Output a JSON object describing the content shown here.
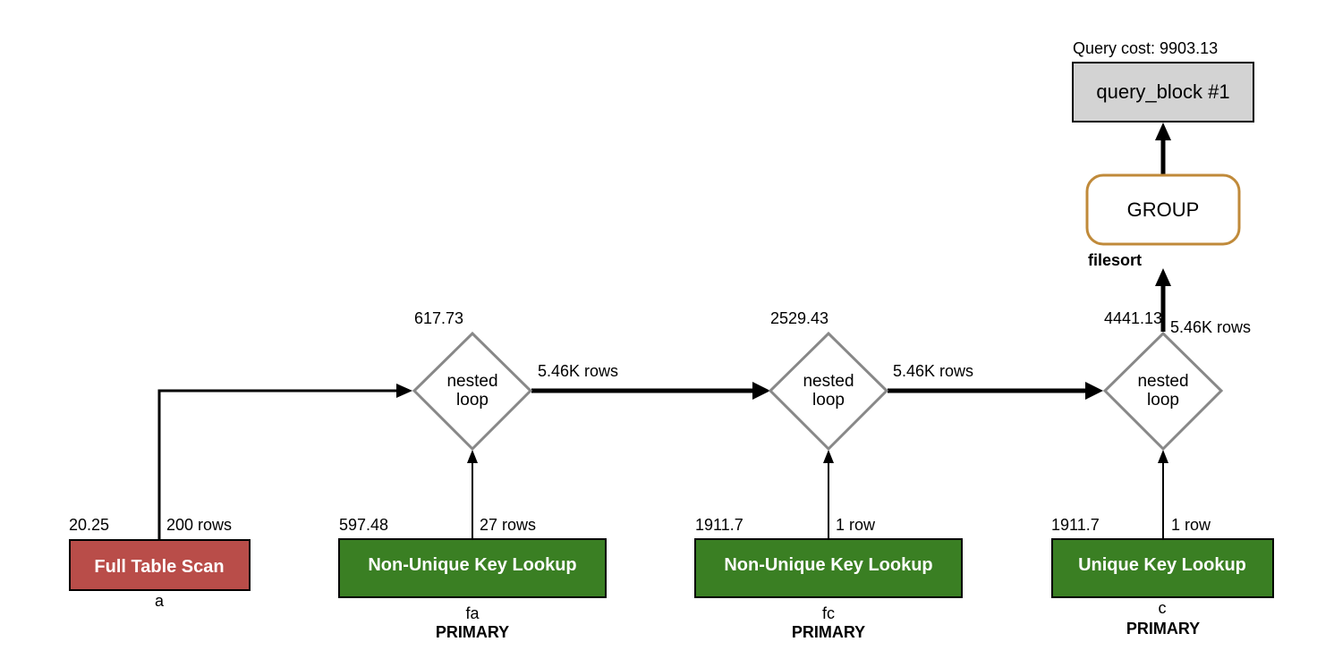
{
  "query_block": {
    "cost_label": "Query cost: 9903.13",
    "label": "query_block #1"
  },
  "group": {
    "label": "GROUP",
    "sort_label": "filesort"
  },
  "edges": {
    "scan_rows": "200 rows",
    "fa_rows": "27 rows",
    "fc_rows": "1 row",
    "c_rows": "1 row",
    "loop1_out": "5.46K rows",
    "loop2_out": "5.46K rows",
    "loop3_out": "5.46K rows"
  },
  "loops": [
    {
      "cost": "617.73",
      "label_line1": "nested",
      "label_line2": "loop"
    },
    {
      "cost": "2529.43",
      "label_line1": "nested",
      "label_line2": "loop"
    },
    {
      "cost": "4441.13",
      "label_line1": "nested",
      "label_line2": "loop"
    }
  ],
  "tables": [
    {
      "cost": "20.25",
      "label": "Full Table Scan",
      "table": "a",
      "key": "",
      "color": "#b94d49"
    },
    {
      "cost": "597.48",
      "label": "Non-Unique Key Lookup",
      "table": "fa",
      "key": "PRIMARY",
      "color": "#3a7f23"
    },
    {
      "cost": "1911.7",
      "label": "Non-Unique Key Lookup",
      "table": "fc",
      "key": "PRIMARY",
      "color": "#3a7f23"
    },
    {
      "cost": "1911.7",
      "label": "Unique Key Lookup",
      "table": "c",
      "key": "PRIMARY",
      "color": "#3a7f23"
    }
  ],
  "colors": {
    "query_block_fill": "#d3d3d3",
    "group_border": "#c08a3a",
    "diamond_border": "#888888"
  }
}
